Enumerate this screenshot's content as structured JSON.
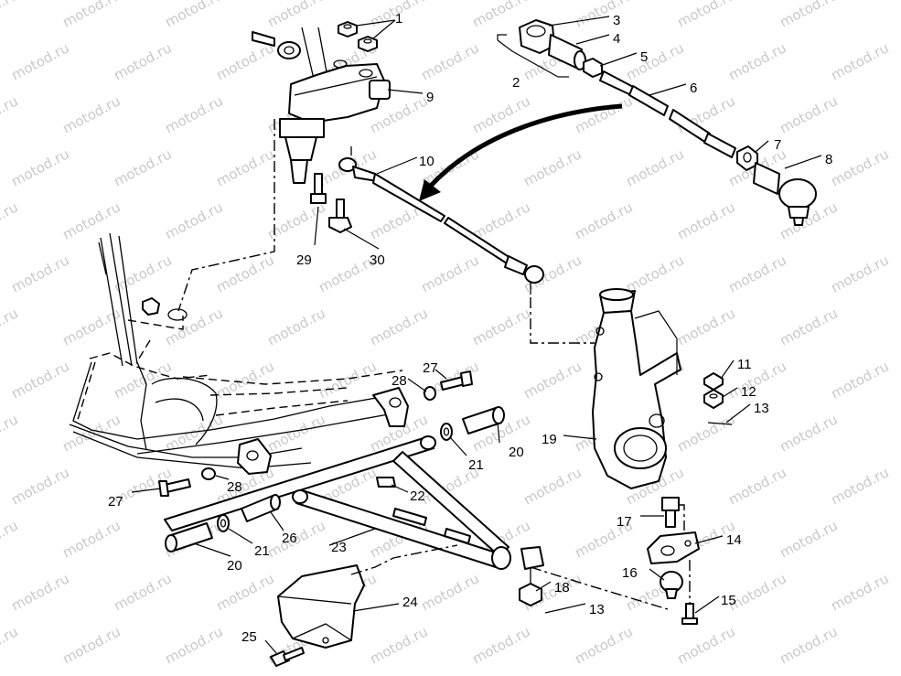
{
  "watermark": {
    "text": "motod.ru",
    "color": "#c9c9c9"
  },
  "callouts": [
    {
      "id": "callout-1",
      "text": "1"
    },
    {
      "id": "callout-2",
      "text": "2"
    },
    {
      "id": "callout-3",
      "text": "3"
    },
    {
      "id": "callout-4",
      "text": "4"
    },
    {
      "id": "callout-5",
      "text": "5"
    },
    {
      "id": "callout-6",
      "text": "6"
    },
    {
      "id": "callout-7",
      "text": "7"
    },
    {
      "id": "callout-8",
      "text": "8"
    },
    {
      "id": "callout-9",
      "text": "9"
    },
    {
      "id": "callout-10",
      "text": "10"
    },
    {
      "id": "callout-11",
      "text": "11"
    },
    {
      "id": "callout-12",
      "text": "12"
    },
    {
      "id": "callout-13a",
      "text": "13"
    },
    {
      "id": "callout-13b",
      "text": "13"
    },
    {
      "id": "callout-14",
      "text": "14"
    },
    {
      "id": "callout-15",
      "text": "15"
    },
    {
      "id": "callout-16",
      "text": "16"
    },
    {
      "id": "callout-17",
      "text": "17"
    },
    {
      "id": "callout-18",
      "text": "18"
    },
    {
      "id": "callout-19",
      "text": "19"
    },
    {
      "id": "callout-20a",
      "text": "20"
    },
    {
      "id": "callout-20b",
      "text": "20"
    },
    {
      "id": "callout-21a",
      "text": "21"
    },
    {
      "id": "callout-21b",
      "text": "21"
    },
    {
      "id": "callout-22",
      "text": "22"
    },
    {
      "id": "callout-23",
      "text": "23"
    },
    {
      "id": "callout-24",
      "text": "24"
    },
    {
      "id": "callout-25",
      "text": "25"
    },
    {
      "id": "callout-26",
      "text": "26"
    },
    {
      "id": "callout-27a",
      "text": "27"
    },
    {
      "id": "callout-27b",
      "text": "27"
    },
    {
      "id": "callout-28a",
      "text": "28"
    },
    {
      "id": "callout-28b",
      "text": "28"
    },
    {
      "id": "callout-29",
      "text": "29"
    },
    {
      "id": "callout-30",
      "text": "30"
    }
  ]
}
